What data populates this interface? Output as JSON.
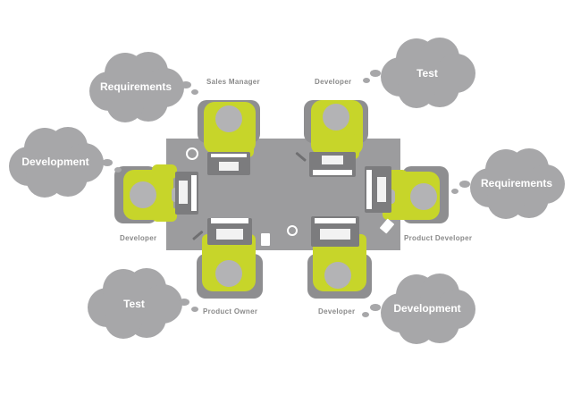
{
  "colors": {
    "cloud": "#a7a7a9",
    "table": "#9c9c9e",
    "chair": "#8e8e90",
    "person_gray": "#b3b3b5",
    "shirt": "#c7d52a",
    "laptop": "#7c7c7e",
    "laptop_screen": "#ffffff",
    "label": "#8a8a8a"
  },
  "roles": {
    "sales_manager": "Sales Manager",
    "developer_top": "Developer",
    "developer_left": "Developer",
    "product_developer": "Product Developer",
    "product_owner": "Product Owner",
    "developer_bottom": "Developer"
  },
  "clouds": {
    "top_left": "Requirements",
    "top_right": "Test",
    "mid_left": "Development",
    "mid_right": "Requirements",
    "bottom_left": "Test",
    "bottom_right": "Development"
  },
  "icons": [
    "thought-cloud-icon",
    "laptop-icon",
    "coffee-cup-icon",
    "phone-icon",
    "pen-icon"
  ]
}
